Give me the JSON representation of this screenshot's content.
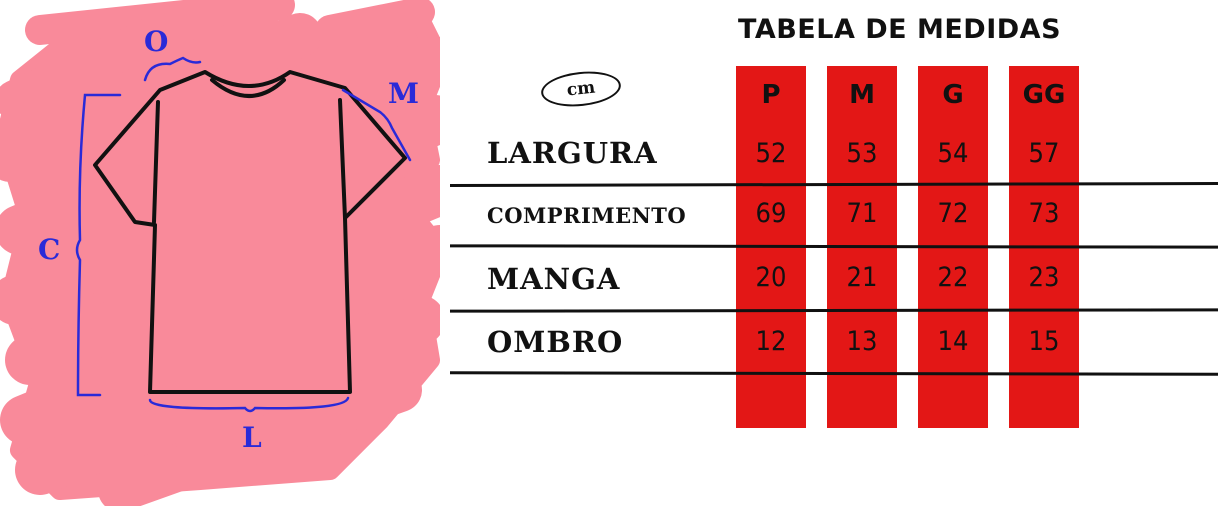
{
  "diagram": {
    "labels": {
      "o": "O",
      "m": "M",
      "c": "C",
      "l": "L"
    },
    "colors": {
      "pink": "#f98a9a",
      "outline": "#111111",
      "dimension": "#2a2ad8"
    }
  },
  "table": {
    "title": "TABELA DE MEDIDAS",
    "unit": "cm",
    "sizes": [
      "P",
      "M",
      "G",
      "GG"
    ],
    "rows": [
      {
        "label": "LARGURA",
        "values": [
          "52",
          "53",
          "54",
          "57"
        ]
      },
      {
        "label": "COMPRIMENTO",
        "values": [
          "69",
          "71",
          "72",
          "73"
        ]
      },
      {
        "label": "MANGA",
        "values": [
          "20",
          "21",
          "22",
          "23"
        ]
      },
      {
        "label": "OMBRO",
        "values": [
          "12",
          "13",
          "14",
          "15"
        ]
      }
    ],
    "column_color": "#e31716"
  }
}
